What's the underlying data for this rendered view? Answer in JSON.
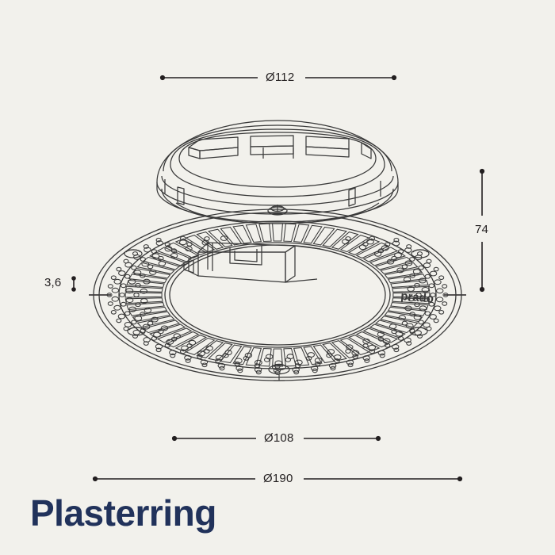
{
  "page": {
    "background_color": "#f2f1ec",
    "line_color": "#231f20",
    "title_color": "#21325b"
  },
  "product": {
    "title": "Plasterring",
    "brand_mark": "prado"
  },
  "dimensions": {
    "top_diameter": "Ø112",
    "inner_diameter": "Ø108",
    "outer_diameter": "Ø190",
    "height": "74",
    "flange_thickness": "3,6"
  },
  "drawing": {
    "view_name": "perspective-technical-drawing",
    "components": [
      "cylindrical-housing",
      "plaster-ring-flange",
      "perforation-pattern",
      "radial-slot-ring",
      "central-mechanism",
      "screw-boss-top",
      "screw-boss-bottom"
    ]
  }
}
